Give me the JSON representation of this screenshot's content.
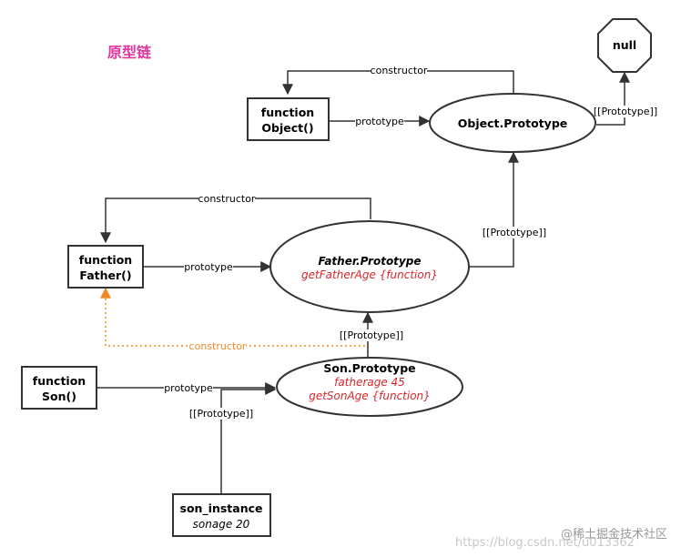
{
  "title": "原型链",
  "nodes": {
    "null": "null",
    "object_fn_line1": "function",
    "object_fn_line2": "Object()",
    "object_proto": "Object.Prototype",
    "father_fn_line1": "function",
    "father_fn_line2": "Father()",
    "father_proto_title": "Father.Prototype",
    "father_proto_method": "getFatherAge   {function}",
    "son_fn_line1": "function",
    "son_fn_line2": "Son()",
    "son_proto_title": "Son.Prototype",
    "son_proto_prop": "fatherage   45",
    "son_proto_method": "getSonAge   {function}",
    "son_instance_title": "son_instance",
    "son_instance_prop": "sonage   20"
  },
  "labels": {
    "constructor_object": "constructor",
    "prototype_object": "prototype",
    "proto_object_null": "[[Prototype]]",
    "constructor_father": "constructor",
    "prototype_father": "prototype",
    "proto_father_object": "[[Prototype]]",
    "constructor_son_dotted": "constructor",
    "proto_son_father": "[[Prototype]]",
    "prototype_son": "prototype",
    "proto_instance_son": "[[Prototype]]"
  },
  "watermark": {
    "brand": "@稀土掘金技术社区",
    "url": "https://blog.csdn.net/u013362"
  },
  "colors": {
    "title": "#e0359e",
    "red_text": "#d9262a",
    "dotted_arrow": "#f08a24",
    "line": "#333333"
  }
}
